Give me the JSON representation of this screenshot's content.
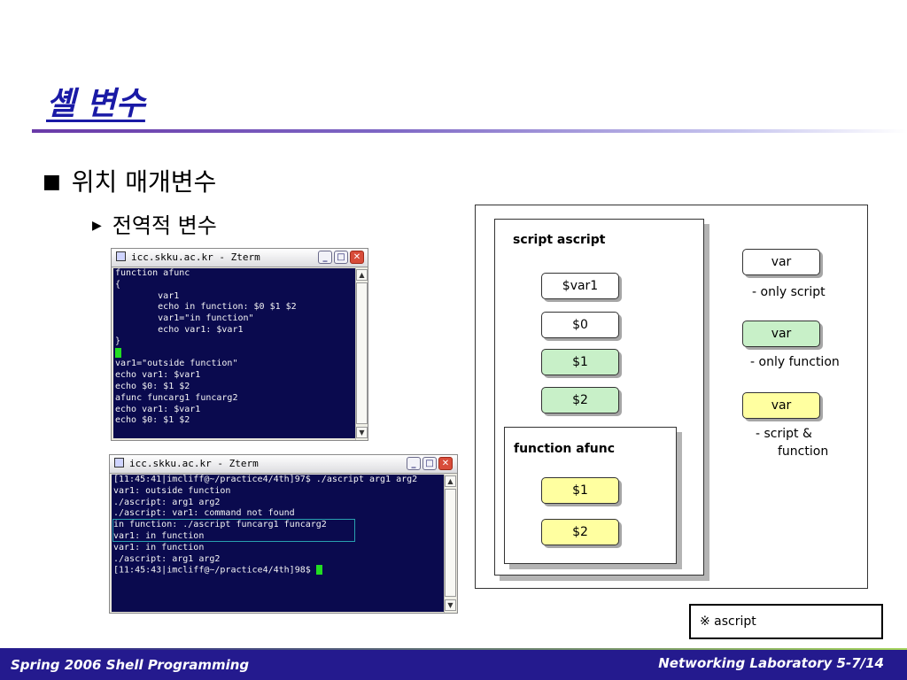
{
  "slide": {
    "title": "셸 변수",
    "bullet1": "위치 매개변수",
    "bullet1_marker": "■",
    "bullet2": "전역적 변수",
    "bullet2_marker": "▶"
  },
  "terminal1": {
    "title": "icc.skku.ac.kr - Zterm",
    "lines": [
      "function afunc",
      "{",
      "        var1",
      "        echo in function: $0 $1 $2",
      "        var1=\"in function\"",
      "        echo var1: $var1",
      "}",
      "",
      "var1=\"outside function\"",
      "echo var1: $var1",
      "echo $0: $1 $2",
      "afunc funcarg1 funcarg2",
      "echo var1: $var1",
      "echo $0: $1 $2"
    ]
  },
  "terminal2": {
    "title": "icc.skku.ac.kr - Zterm",
    "lines": [
      "[11:45:41|imcliff@~/practice4/4th]97$ ./ascript arg1 arg2",
      "var1: outside function",
      "./ascript: arg1 arg2",
      "./ascript: var1: command not found",
      "in function: ./ascript funcarg1 funcarg2",
      "var1: in function",
      "var1: in function",
      "./ascript: arg1 arg2",
      "[11:45:43|imcliff@~/practice4/4th]98$ "
    ]
  },
  "diagram": {
    "script_label": "script ascript",
    "script_vars": [
      "$var1",
      "$0",
      "$1",
      "$2"
    ],
    "function_label": "function afunc",
    "function_vars": [
      "$1",
      "$2"
    ],
    "legend": [
      {
        "label": "var",
        "note": "- only script",
        "color": "#ffffff"
      },
      {
        "label": "var",
        "note": "- only function",
        "color": "#c8f0c8"
      },
      {
        "label": "var",
        "note_line1": "- script &",
        "note_line2": "function",
        "color": "#ffffa0"
      }
    ]
  },
  "note_box": "※ ascript",
  "footer": {
    "left": "Spring 2006 Shell Programming",
    "right": "Networking Laboratory  5-7/14"
  }
}
